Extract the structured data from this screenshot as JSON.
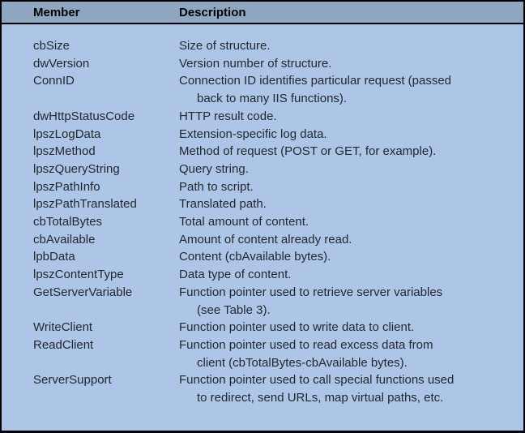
{
  "colors": {
    "header_bg": "#8ea6c0",
    "body_bg": "#adc5e7",
    "border": "#000000",
    "text": "#23282e"
  },
  "table": {
    "columns": [
      "Member",
      "Description"
    ],
    "rows": [
      {
        "member": "cbSize",
        "description": "Size of structure."
      },
      {
        "member": "dwVersion",
        "description": "Version number of structure."
      },
      {
        "member": "ConnID",
        "description": "Connection ID identifies particular request (passed\nback to many IIS functions)."
      },
      {
        "member": "dwHttpStatusCode",
        "description": "HTTP result code."
      },
      {
        "member": "lpszLogData",
        "description": "Extension-specific log data."
      },
      {
        "member": "lpszMethod",
        "description": "Method of request (POST or GET, for example)."
      },
      {
        "member": "lpszQueryString",
        "description": "Query string."
      },
      {
        "member": "lpszPathInfo",
        "description": "Path to script."
      },
      {
        "member": "lpszPathTranslated",
        "description": "Translated path."
      },
      {
        "member": "cbTotalBytes",
        "description": "Total amount of content."
      },
      {
        "member": "cbAvailable",
        "description": "Amount of content already read."
      },
      {
        "member": "lpbData",
        "description": "Content (cbAvailable bytes)."
      },
      {
        "member": "lpszContentType",
        "description": "Data type of content."
      },
      {
        "member": "GetServerVariable",
        "description": "Function pointer used to retrieve server variables\n(see Table 3)."
      },
      {
        "member": "WriteClient",
        "description": "Function pointer used to write data to client."
      },
      {
        "member": "ReadClient",
        "description": "Function pointer used to read excess data from\nclient (cbTotalBytes-cbAvailable bytes)."
      },
      {
        "member": "ServerSupport",
        "description": "Function pointer used to call special functions used\nto redirect, send URLs, map virtual paths, etc."
      }
    ]
  }
}
